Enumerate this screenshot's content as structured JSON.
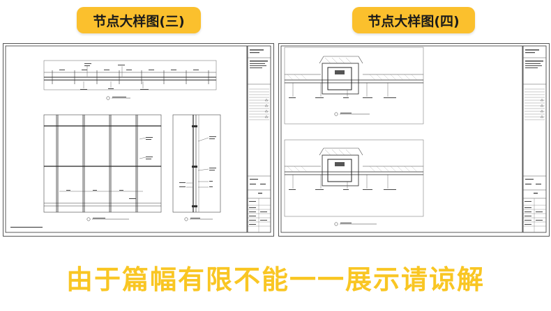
{
  "badges": {
    "left": "节点大样图(三)",
    "right": "节点大样图(四)"
  },
  "caption": "由于篇幅有限不能一一展示请谅解",
  "colors": {
    "badge_bg": "#fbc02d",
    "caption": "#f9c623",
    "line": "#333333"
  }
}
